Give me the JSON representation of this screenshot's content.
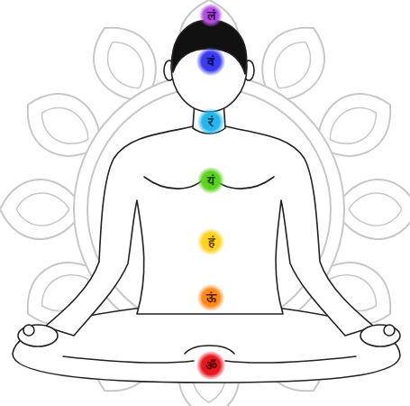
{
  "diagram": {
    "nodes": [
      {
        "text": [
          "लं"
        ]
      },
      {
        "text": [
          "वं"
        ]
      },
      {
        "text": [
          "रं"
        ]
      },
      {
        "text": [
          "यं"
        ]
      },
      {
        "text": [
          "हं"
        ]
      },
      {
        "text": [
          "ऊं"
        ]
      },
      {
        "text": [
          "ॐ"
        ]
      }
    ]
  }
}
